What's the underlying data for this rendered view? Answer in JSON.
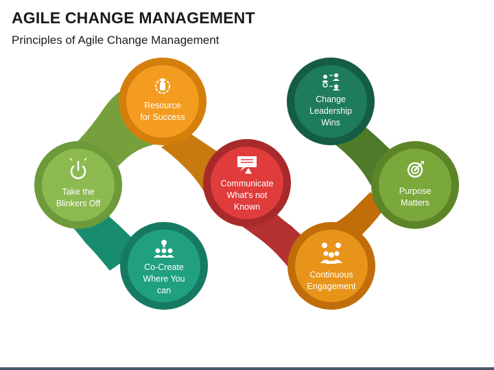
{
  "header": {
    "title": "AGILE CHANGE MANAGEMENT",
    "subtitle": "Principles of Agile Change Management"
  },
  "nodes": {
    "resource": {
      "line1": "Resource",
      "line2": "for Success",
      "icon": "handshake-icon",
      "color": "#f39c1f",
      "ring": "#d47f0c"
    },
    "blinkers": {
      "line1": "Take the",
      "line2": "Blinkers Off",
      "icon": "power-icon",
      "color": "#8cba50",
      "ring": "#6d9a3a"
    },
    "cocreate": {
      "line1": "Co-Create",
      "line2": "Where You",
      "line3": "can",
      "icon": "team-idea-icon",
      "color": "#20a080",
      "ring": "#167a62"
    },
    "communicate": {
      "line1": "Communicate",
      "line2": "What's not",
      "line3": "Known",
      "icon": "alert-message-icon",
      "color": "#e03c3c",
      "ring": "#a82a2a"
    },
    "leadership": {
      "line1": "Change",
      "line2": "Leadership",
      "line3": "Wins",
      "icon": "people-cycle-icon",
      "color": "#1e7b5c",
      "ring": "#145c44"
    },
    "purpose": {
      "line1": "Purpose",
      "line2": "Matters",
      "icon": "target-icon",
      "color": "#7aa83a",
      "ring": "#5c8528"
    },
    "engagement": {
      "line1": "Continuous",
      "line2": "Engagement",
      "icon": "group-chat-icon",
      "color": "#e8941a",
      "ring": "#c06d0a"
    }
  }
}
